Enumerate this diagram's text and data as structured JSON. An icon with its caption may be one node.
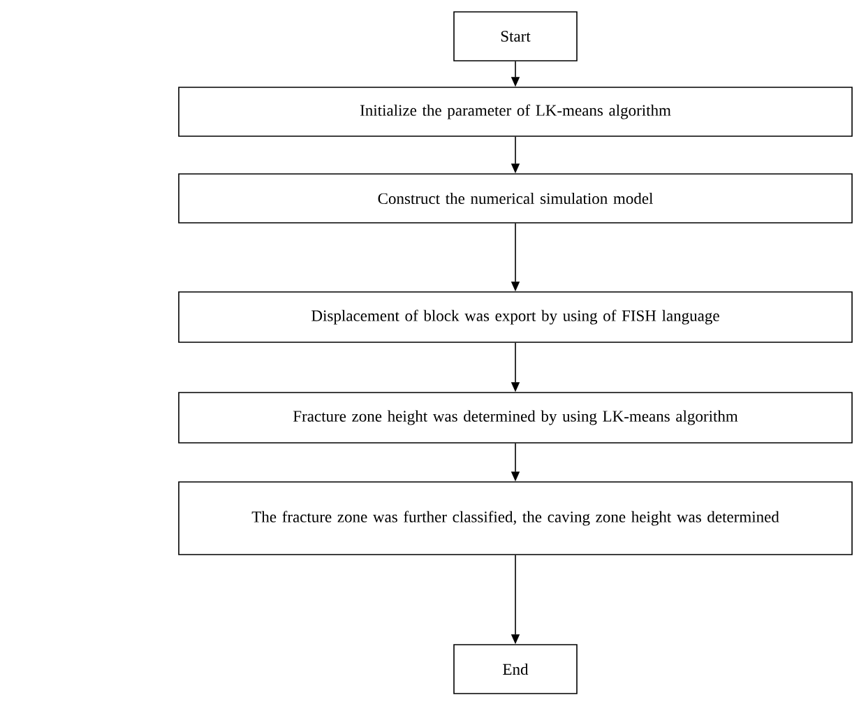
{
  "diagram": {
    "nodes": [
      {
        "text": [
          "Start"
        ]
      },
      {
        "text": [
          "Initialize the parameter of LK-means algorithm"
        ]
      },
      {
        "text": [
          "Construct the numerical simulation model"
        ]
      },
      {
        "text": [
          "Displacement of block was export by using of FISH language"
        ]
      },
      {
        "text": [
          "Fracture zone height was determined by using LK-means algorithm"
        ]
      },
      {
        "text": [
          "The fracture zone was further classified, the caving zone height was determined"
        ]
      },
      {
        "text": [
          "End"
        ]
      }
    ],
    "edges": [
      {
        "from": 0,
        "to": 1,
        "arrow": "to"
      },
      {
        "from": 1,
        "to": 2,
        "arrow": "to"
      },
      {
        "from": 2,
        "to": 3,
        "arrow": "to"
      },
      {
        "from": 3,
        "to": 4,
        "arrow": "to"
      },
      {
        "from": 4,
        "to": 5,
        "arrow": "to"
      },
      {
        "from": 5,
        "to": 6,
        "arrow": "to"
      }
    ]
  }
}
